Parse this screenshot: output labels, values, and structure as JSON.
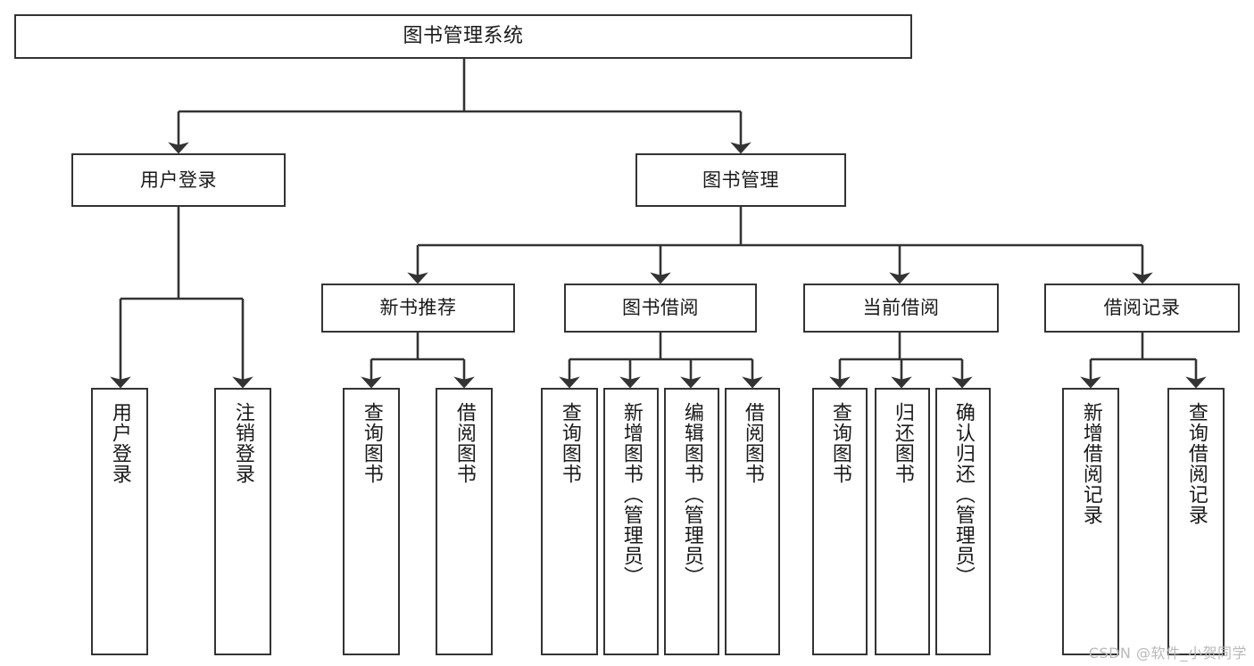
{
  "diagram": {
    "type": "tree-hierarchy",
    "title": "图书管理系统",
    "background_color": "#ffffff",
    "line_color": "#333333",
    "node_fill": "#ffffff",
    "text_color": "#1a1a1a",
    "watermark": "CSDN @软件_小贺同学",
    "nodes": {
      "root": {
        "label": "图书管理系统",
        "level": 0
      },
      "l1": [
        {
          "id": "user-login",
          "label": "用户登录",
          "level": 1
        },
        {
          "id": "book-manage",
          "label": "图书管理",
          "level": 1
        }
      ],
      "l2": [
        {
          "id": "new-book-rec",
          "label": "新书推荐",
          "level": 2,
          "parent": "book-manage"
        },
        {
          "id": "book-borrow",
          "label": "图书借阅",
          "level": 2,
          "parent": "book-manage"
        },
        {
          "id": "current-borrow",
          "label": "当前借阅",
          "level": 2,
          "parent": "book-manage"
        },
        {
          "id": "borrow-record",
          "label": "借阅记录",
          "level": 2,
          "parent": "book-manage"
        }
      ],
      "leaves": [
        {
          "id": "leaf-user-login",
          "label": "用户登录",
          "parent": "user-login"
        },
        {
          "id": "leaf-logout",
          "label": "注销登录",
          "parent": "user-login"
        },
        {
          "id": "leaf-query-book-1",
          "label": "查询图书",
          "parent": "new-book-rec"
        },
        {
          "id": "leaf-borrow-book-1",
          "label": "借阅图书",
          "parent": "new-book-rec"
        },
        {
          "id": "leaf-query-book-2",
          "label": "查询图书",
          "parent": "book-borrow"
        },
        {
          "id": "leaf-add-book",
          "label": "新增图书（管理员）",
          "parent": "book-borrow"
        },
        {
          "id": "leaf-edit-book",
          "label": "编辑图书（管理员）",
          "parent": "book-borrow"
        },
        {
          "id": "leaf-borrow-book-2",
          "label": "借阅图书",
          "parent": "book-borrow"
        },
        {
          "id": "leaf-query-book-3",
          "label": "查询图书",
          "parent": "current-borrow"
        },
        {
          "id": "leaf-return-book",
          "label": "归还图书",
          "parent": "current-borrow"
        },
        {
          "id": "leaf-confirm-return",
          "label": "确认归还（管理员）",
          "parent": "current-borrow"
        },
        {
          "id": "leaf-add-record",
          "label": "新增借阅记录",
          "parent": "borrow-record"
        },
        {
          "id": "leaf-query-record",
          "label": "查询借阅记录",
          "parent": "borrow-record"
        }
      ]
    }
  }
}
